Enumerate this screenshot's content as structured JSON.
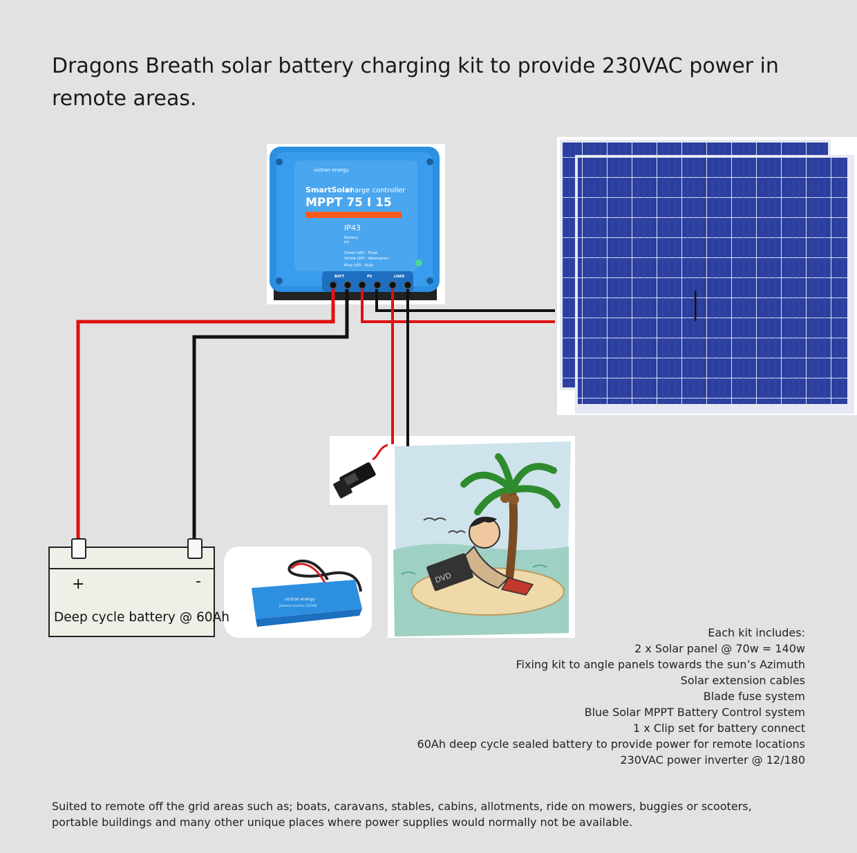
{
  "title": "Dragons Breath solar battery charging kit to provide 230VAC power in remote areas.",
  "controller": {
    "brand": "victron energy",
    "product": "SmartSolar",
    "product_suffix": "charge controller",
    "model": "MPPT 75 I 15",
    "rating": "IP43",
    "spec_lines": [
      "Battery",
      "PV",
      "Green LED : Float",
      "Yellow LED : Absorption",
      "Blue LED : Bulk"
    ],
    "terminals": [
      "BATT",
      "PV",
      "LOAD"
    ]
  },
  "battery": {
    "plus": "+",
    "minus": "-",
    "label": "Deep cycle battery @ 60Ah"
  },
  "kit": {
    "heading": "Each kit includes:",
    "items": [
      "2 x Solar panel @ 70w = 140w",
      "Fixing kit to angle panels towards the sun’s Azimuth",
      "Solar extension cables",
      "Blade fuse system",
      "Blue Solar MPPT Battery Control system",
      "1 x Clip set for battery connect",
      "60Ah deep cycle sealed battery to provide power for remote locations",
      "230VAC power inverter @ 12/180"
    ]
  },
  "footer": "Suited to remote off the grid areas such as; boats, caravans, stables, cabins, allotments, ride on mowers, buggies or scooters, portable buildings and many other unique places where power supplies would normally not be available.",
  "colors": {
    "background": "#e2e2e2",
    "wire_positive": "#e01010",
    "wire_negative": "#111111",
    "controller_blue": "#2a8fe0",
    "panel_blue": "#2a3c9c"
  }
}
